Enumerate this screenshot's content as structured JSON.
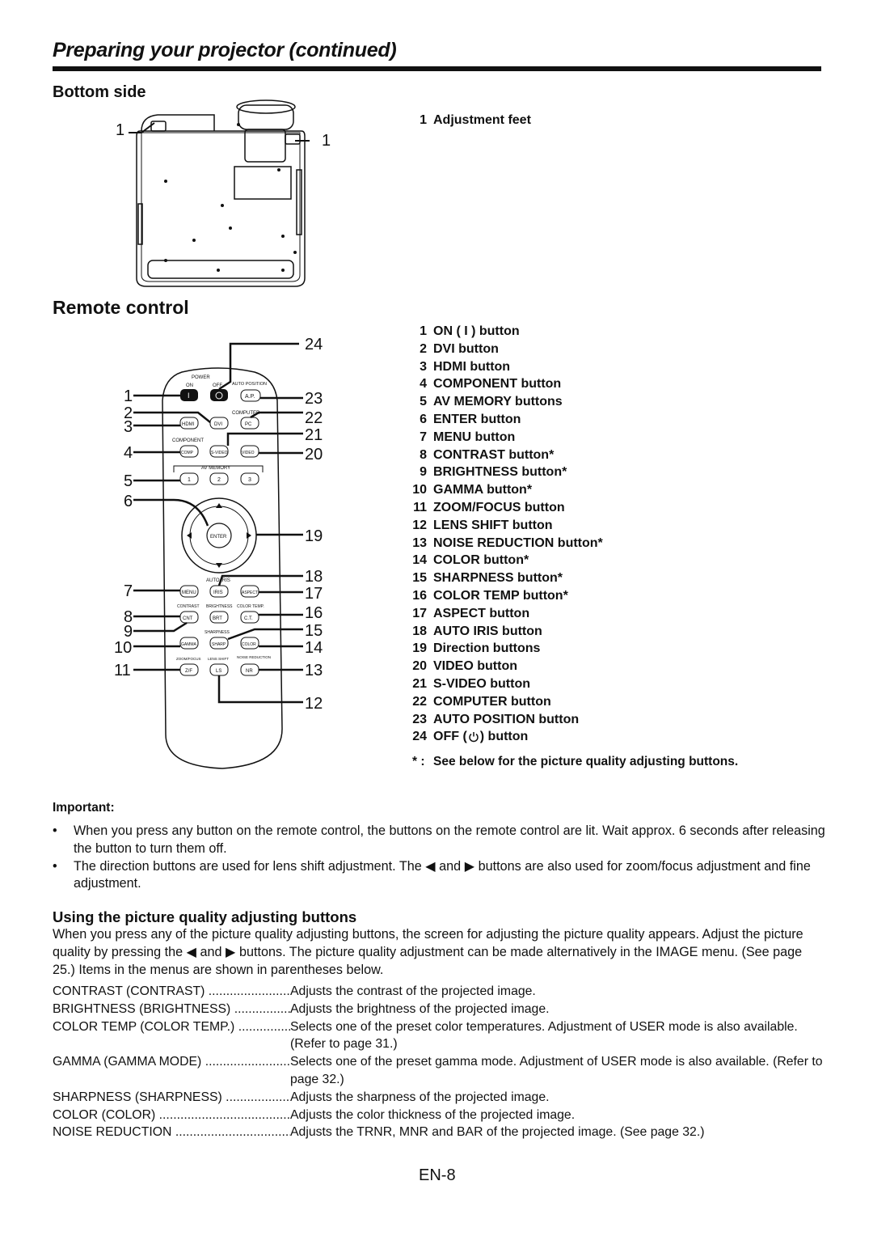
{
  "header": {
    "title": "Preparing your projector (continued)"
  },
  "bottom_side": {
    "heading": "Bottom side",
    "callout_left": "1",
    "callout_right": "1",
    "items": [
      {
        "num": "1",
        "label": "Adjustment feet"
      }
    ]
  },
  "remote": {
    "heading": "Remote control",
    "callouts_left": [
      "1",
      "2",
      "3",
      "4",
      "5",
      "6",
      "7",
      "8",
      "9",
      "10",
      "11"
    ],
    "callouts_right": [
      "24",
      "23",
      "22",
      "21",
      "20",
      "19",
      "18",
      "17",
      "16",
      "15",
      "14",
      "13",
      "12"
    ],
    "labels": {
      "power": "POWER",
      "on": "ON",
      "off": "OFF",
      "auto_position": "AUTO POSITION",
      "ap": "A.P.",
      "computer": "COMPUTER",
      "hdmi": "HDMI",
      "dvi": "DVI",
      "pc": "PC",
      "component": "COMPONENT",
      "comp": "COMP",
      "svideo": "S-VIDEO",
      "video": "VIDEO",
      "av_memory": "AV MEMORY",
      "mem1": "1",
      "mem2": "2",
      "mem3": "3",
      "enter": "ENTER",
      "auto_iris": "AUTO IRIS",
      "menu": "MENU",
      "iris": "IRIS",
      "aspect": "ASPECT",
      "contrast": "CONTRAST",
      "brightness": "BRIGHTNESS",
      "color_temp": "COLOR TEMP.",
      "cnt": "CNT",
      "brt": "BRT",
      "ct": "C.T.",
      "sharpness": "SHARPNESS",
      "gamma": "GAMMA",
      "sharp": "SHARP",
      "color": "COLOR",
      "zoomfocus": "ZOOM/FOCUS",
      "lens_shift": "LENS SHIFT",
      "noise_reduction": "NOISE REDUCTION",
      "zf": "Z/F",
      "ls": "LS",
      "nr": "NR"
    },
    "items": [
      {
        "num": "1",
        "label": "ON ( I ) button"
      },
      {
        "num": "2",
        "label": "DVI button"
      },
      {
        "num": "3",
        "label": "HDMI button"
      },
      {
        "num": "4",
        "label": "COMPONENT button"
      },
      {
        "num": "5",
        "label": "AV MEMORY buttons"
      },
      {
        "num": "6",
        "label": "ENTER button"
      },
      {
        "num": "7",
        "label": "MENU button"
      },
      {
        "num": "8",
        "label": "CONTRAST button*"
      },
      {
        "num": "9",
        "label": "BRIGHTNESS button*"
      },
      {
        "num": "10",
        "label": "GAMMA button*"
      },
      {
        "num": "11",
        "label": "ZOOM/FOCUS button"
      },
      {
        "num": "12",
        "label": "LENS SHIFT button"
      },
      {
        "num": "13",
        "label": "NOISE REDUCTION button*"
      },
      {
        "num": "14",
        "label": "COLOR button*"
      },
      {
        "num": "15",
        "label": "SHARPNESS button*"
      },
      {
        "num": "16",
        "label": "COLOR TEMP button*"
      },
      {
        "num": "17",
        "label": "ASPECT button"
      },
      {
        "num": "18",
        "label": "AUTO IRIS button"
      },
      {
        "num": "19",
        "label": "Direction buttons"
      },
      {
        "num": "20",
        "label": "VIDEO button"
      },
      {
        "num": "21",
        "label": "S-VIDEO button"
      },
      {
        "num": "22",
        "label": "COMPUTER button"
      },
      {
        "num": "23",
        "label": "AUTO POSITION button"
      },
      {
        "num": "24",
        "label_before": "OFF (",
        "label_after": ") button"
      }
    ],
    "footnote_mark": "* :",
    "footnote": "See below for the picture quality adjusting buttons."
  },
  "important": {
    "heading": "Important:",
    "bullet_1": "When you press any button on the remote control, the buttons on the remote control are lit. Wait approx. 6 seconds after releasing the button to turn them off.",
    "bullet_2_a": "The direction buttons are used for lens shift adjustment. The",
    "bullet_2_b": "and",
    "bullet_2_c": "buttons are also used for zoom/focus adjustment and fine adjustment."
  },
  "picture_quality": {
    "heading": "Using the picture quality adjusting buttons",
    "intro_a": "When you press any of the picture quality adjusting buttons, the screen for adjusting the picture quality appears. Adjust the picture quality by pressing the",
    "intro_b": "and",
    "intro_c": "buttons. The picture quality adjustment can be made alternatively in the IMAGE menu. (See page 25.) Items in the menus are shown in parentheses below.",
    "definitions": [
      {
        "term": "CONTRAST (CONTRAST)",
        "desc": "Adjusts the contrast of the projected image."
      },
      {
        "term": "BRIGHTNESS (BRIGHTNESS)",
        "desc": "Adjusts the brightness of the projected image."
      },
      {
        "term": "COLOR TEMP (COLOR TEMP.)",
        "desc": "Selects one of the preset color temperatures. Adjustment of USER mode is also available. (Refer to page 31.)"
      },
      {
        "term": "GAMMA (GAMMA MODE)",
        "desc": "Selects one of the preset gamma mode. Adjustment of USER mode is also available. (Refer to page 32.)"
      },
      {
        "term": "SHARPNESS (SHARPNESS)",
        "desc": "Adjusts the sharpness of the projected image."
      },
      {
        "term": "COLOR (COLOR)",
        "desc": "Adjusts the color thickness of the projected image."
      },
      {
        "term": "NOISE REDUCTION",
        "desc": "Adjusts the TRNR, MNR and BAR of the projected image. (See page 32.)"
      }
    ]
  },
  "footer": {
    "page_number": "EN-8"
  }
}
